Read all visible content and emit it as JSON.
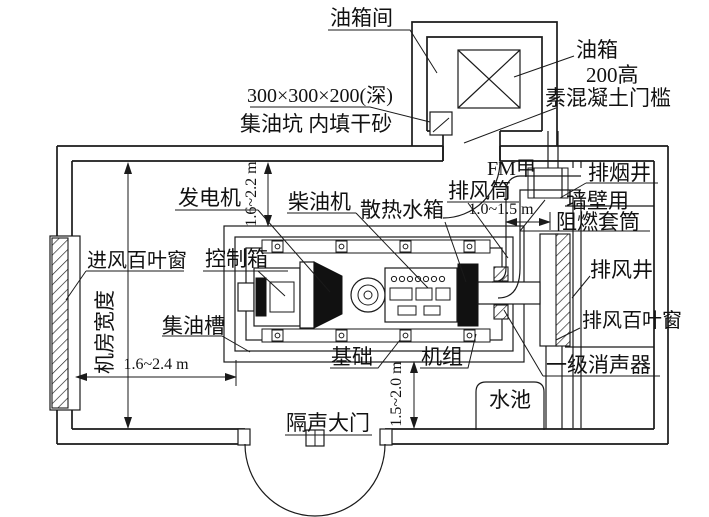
{
  "diagram": {
    "type": "engineering-plan",
    "line_color": "#1a1a1a",
    "background": "#ffffff",
    "labels": {
      "tank_room": "油箱间",
      "fuel_tank": "油箱",
      "sill_height": "200高",
      "sill": "素混凝土门槛",
      "pit_dims": "300×300×200(深)",
      "pit": "集油坑 内填干砂",
      "fm_door": "FM甲",
      "smoke_shaft": "排烟井",
      "exhaust_duct": "排风筒",
      "sleeve_line1": "墙壁用",
      "sleeve_line2": "阻燃套筒",
      "exhaust_shaft": "排风井",
      "exhaust_louver": "排风百叶窗",
      "silencer": "一级消声器",
      "water_pool": "水池",
      "generator": "发电机",
      "diesel_engine": "柴油机",
      "radiator": "散热水箱",
      "control_box": "控制箱",
      "intake_louver": "进风百叶窗",
      "room_width": "机房宽度",
      "oil_channel": "集油槽",
      "foundation": "基础",
      "unit": "机组",
      "soundproof_door": "隔声大门"
    },
    "dimensions": {
      "wall_to_tankroom": "1.6~2.2 m",
      "left_clearance": "1.6~2.4 m",
      "right_clearance": "1.0~1.5 m",
      "bottom_clearance": "1.5~2.0 m"
    }
  }
}
